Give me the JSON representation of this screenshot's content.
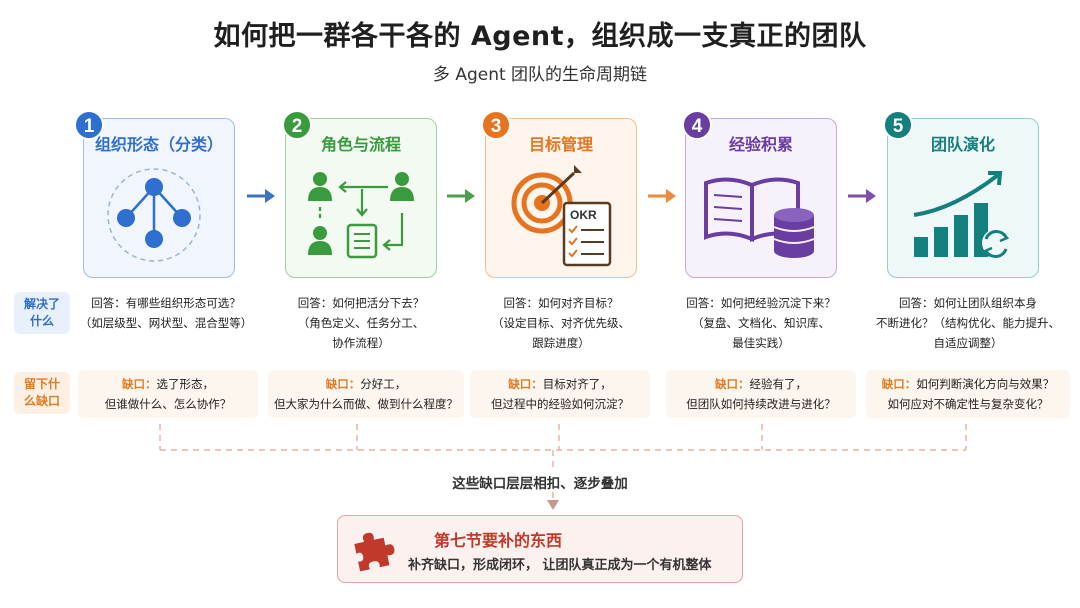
{
  "header": {
    "title": "如何把一群各干各的 Agent，组织成一支真正的团队",
    "subtitle": "多 Agent 团队的生命周期链"
  },
  "stages": [
    {
      "number": "1",
      "title": "组织形态（分类）",
      "color": "#2f6fd0",
      "icon": "org-tree-icon",
      "answer_prefix": "回答：",
      "answer": [
        "回答：有哪些组织形态可选？",
        "（如层级型、网状型、混合型等）"
      ],
      "gap_prefix": "缺口：",
      "gap": [
        "选了形态，",
        "但谁做什么、怎么协作？"
      ]
    },
    {
      "number": "2",
      "title": "角色与流程",
      "color": "#3a9a3e",
      "icon": "roles-workflow-icon",
      "answer": [
        "回答：如何把活分下去？",
        "（角色定义、任务分工、",
        "协作流程）"
      ],
      "gap_prefix": "缺口：",
      "gap": [
        "分好工，",
        "但大家为什么而做、做到什么程度？"
      ]
    },
    {
      "number": "3",
      "title": "目标管理",
      "color": "#e8731f",
      "icon": "target-okr-icon",
      "answer": [
        "回答：如何对齐目标？",
        "（设定目标、对齐优先级、",
        "跟踪进度）"
      ],
      "gap_prefix": "缺口：",
      "gap": [
        "目标对齐了，",
        "但过程中的经验如何沉淀？"
      ]
    },
    {
      "number": "4",
      "title": "经验积累",
      "color": "#6a3ea1",
      "icon": "book-database-icon",
      "answer": [
        "回答：如何把经验沉淀下来？",
        "（复盘、文档化、知识库、",
        "最佳实践）"
      ],
      "gap_prefix": "缺口：",
      "gap": [
        "经验有了，",
        "但团队如何持续改进与进化？"
      ]
    },
    {
      "number": "5",
      "title": "团队演化",
      "color": "#13807e",
      "icon": "growth-chart-icon",
      "answer": [
        "回答：如何让团队组织本身",
        "不断进化？（结构优化、能力提升、",
        "自适应调整）"
      ],
      "gap_prefix": "缺口：",
      "gap": [
        "如何判断演化方向与效果？",
        "如何应对不确定性与复杂变化？"
      ]
    }
  ],
  "row_labels": {
    "solved": [
      "解决了",
      "什么"
    ],
    "gaps": [
      "留下什",
      "么缺口"
    ]
  },
  "merge_text": "这些缺口层层相扣、逐步叠加",
  "final": {
    "icon": "puzzle-icon",
    "title": "第七节要补的东西",
    "description": "补齐缺口，形成闭环， 让团队真正成为一个有机整体"
  }
}
